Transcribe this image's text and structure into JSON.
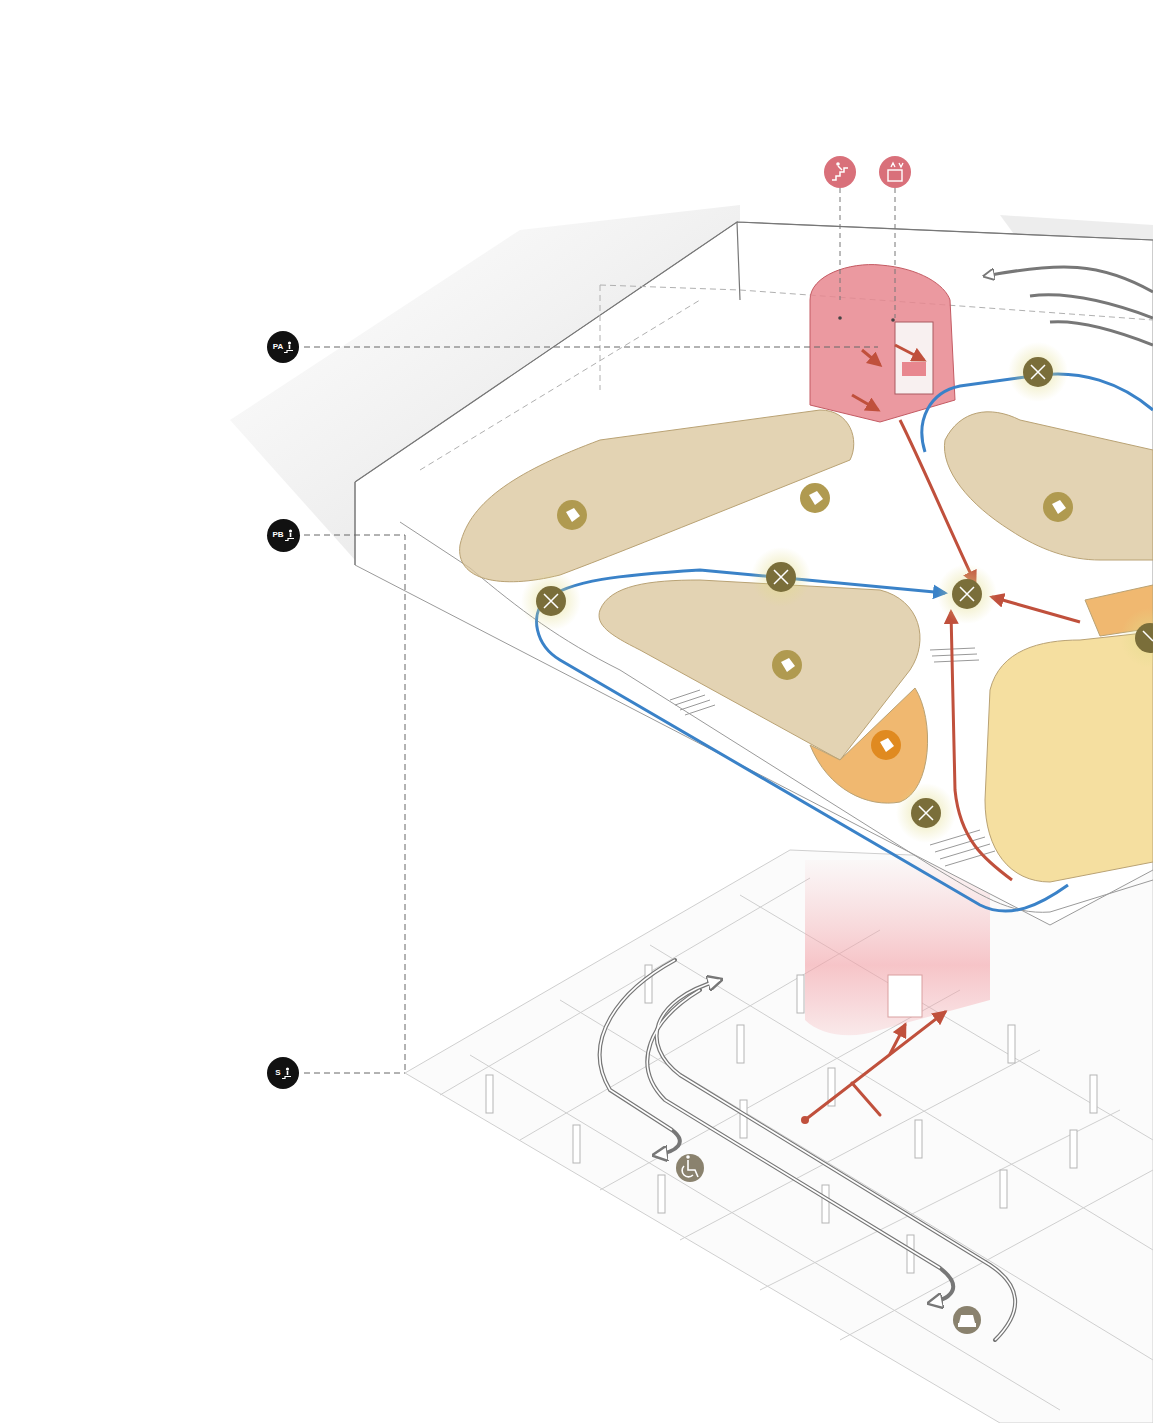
{
  "diagram": {
    "nodes": [
      {
        "text": [
          "PA"
        ]
      },
      {
        "text": [
          "PB"
        ]
      },
      {
        "text": [
          "S"
        ]
      }
    ]
  }
}
